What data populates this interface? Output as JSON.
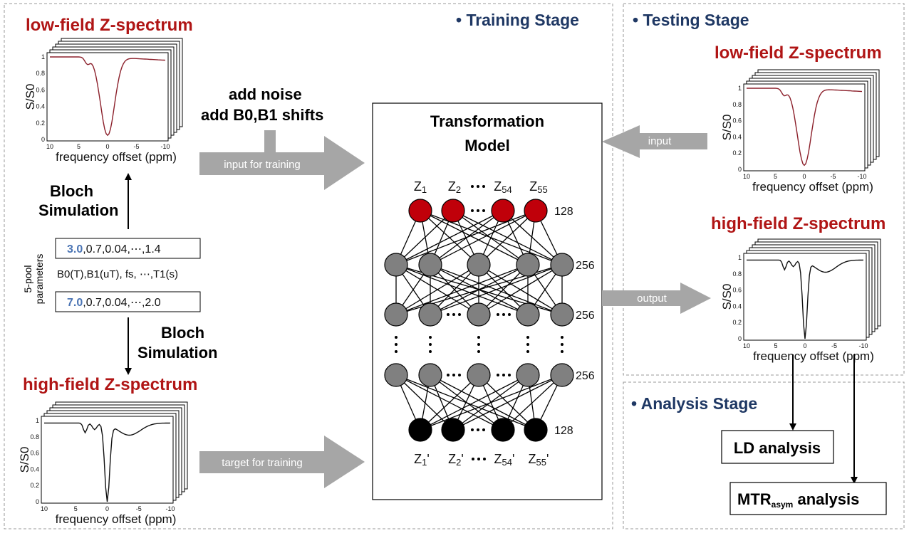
{
  "training_stage": {
    "title": "• Training Stage",
    "low_field_title": "low-field Z-spectrum",
    "high_field_title": "high-field Z-spectrum",
    "bloch_upper": [
      "Bloch",
      "Simulation"
    ],
    "bloch_lower": [
      "Bloch",
      "Simulation"
    ],
    "noise_lines": [
      "add noise",
      "add B0,B1 shifts"
    ],
    "input_arrow": "input for training",
    "target_arrow": "target for training",
    "pool_label": [
      "5-pool",
      "parameters"
    ],
    "param_top": {
      "highlight": "3.0",
      "rest": ",0.7,0.04,⋯,1.4"
    },
    "param_names": "B0(T),B1(uT), fs, ⋯,T1(s)",
    "param_bottom": {
      "highlight": "7.0",
      "rest": ",0.7,0.04,⋯,2.0"
    }
  },
  "model": {
    "title": [
      "Transformation",
      "Model"
    ],
    "input_labels": [
      {
        "base": "Z",
        "sub": "1"
      },
      {
        "base": "Z",
        "sub": "2"
      },
      {
        "base": "Z",
        "sub": "54"
      },
      {
        "base": "Z",
        "sub": "55"
      }
    ],
    "output_labels": [
      {
        "base": "Z",
        "sub": "1",
        "suffix": "'"
      },
      {
        "base": "Z",
        "sub": "2",
        "suffix": "'"
      },
      {
        "base": "Z",
        "sub": "54",
        "suffix": "'"
      },
      {
        "base": "Z",
        "sub": "55",
        "suffix": "'"
      }
    ],
    "layer_sizes": [
      "128",
      "256",
      "256",
      "256",
      "128"
    ],
    "colors": {
      "input": "#c0000a",
      "hidden": "#808080",
      "output": "#000000"
    }
  },
  "testing_stage": {
    "title": "• Testing Stage",
    "low_field_title": "low-field Z-spectrum",
    "high_field_title": "high-field Z-spectrum",
    "input_arrow": "input",
    "output_arrow": "output"
  },
  "analysis_stage": {
    "title": "• Analysis Stage",
    "ld_box": "LD analysis",
    "mtr_box": {
      "main": "MTR",
      "sub": "asym",
      "rest": " analysis"
    }
  },
  "plot_labels": {
    "ylabel": "S/S0",
    "xlabel": "frequency offset (ppm)",
    "xticks": [
      "10",
      "5",
      "0",
      "-5",
      "-10"
    ],
    "yticks": [
      "0",
      "0.2",
      "0.4",
      "0.6",
      "0.8",
      "1"
    ]
  },
  "colors": {
    "accent_red": "#b01515",
    "stage_blue": "#1f3864",
    "arrow_gray": "#a6a6a6",
    "param_blue": "#4a74b4"
  }
}
